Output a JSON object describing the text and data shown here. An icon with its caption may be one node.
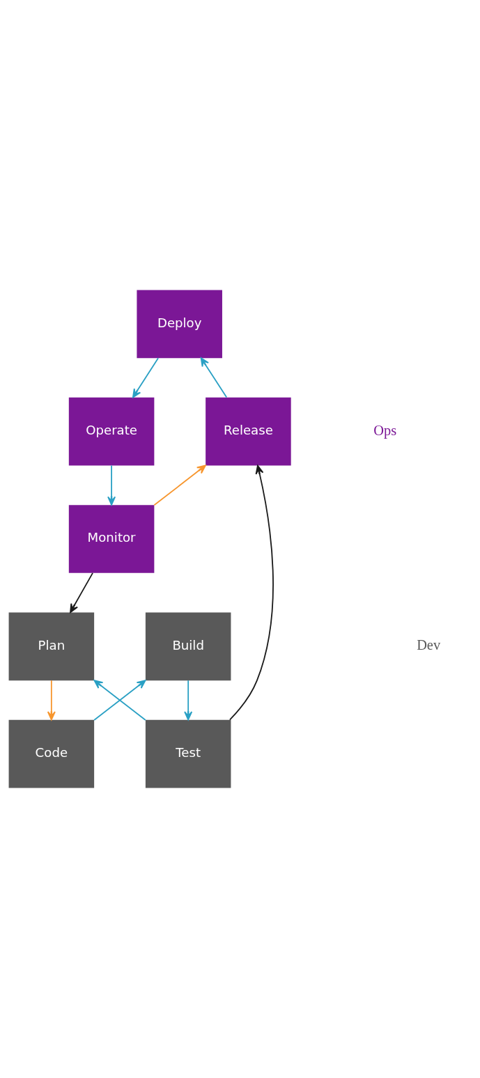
{
  "diagram": {
    "nodes": [
      {
        "text": [
          "Deploy"
        ]
      },
      {
        "text": [
          "Release"
        ]
      },
      {
        "text": [
          "Operate"
        ]
      },
      {
        "text": [
          "Monitor"
        ]
      },
      {
        "text": [
          "Code"
        ]
      },
      {
        "text": [
          "Plan"
        ]
      },
      {
        "text": [
          "Build"
        ]
      },
      {
        "text": [
          "Test"
        ]
      }
    ],
    "edges": [
      {
        "from": 1,
        "to": 0,
        "arrow": "to"
      },
      {
        "from": 0,
        "to": 2,
        "arrow": "to"
      },
      {
        "from": 2,
        "to": 3,
        "arrow": "to"
      },
      {
        "from": 3,
        "to": 1,
        "arrow": "to",
        "color": "#f7962e"
      },
      {
        "from": 3,
        "to": 5,
        "arrow": "to",
        "color": "#1a1a1a"
      },
      {
        "from": 5,
        "to": 4,
        "arrow": "to",
        "color": "#f7962e"
      },
      {
        "from": 4,
        "to": 6,
        "arrow": "to"
      },
      {
        "from": 6,
        "to": 7,
        "arrow": "to"
      },
      {
        "from": 7,
        "to": 5,
        "arrow": "to"
      },
      {
        "from": 7,
        "to": 1,
        "arrow": "to",
        "color": "#1a1a1a"
      }
    ],
    "labels": [
      "Ops",
      "Dev"
    ]
  }
}
